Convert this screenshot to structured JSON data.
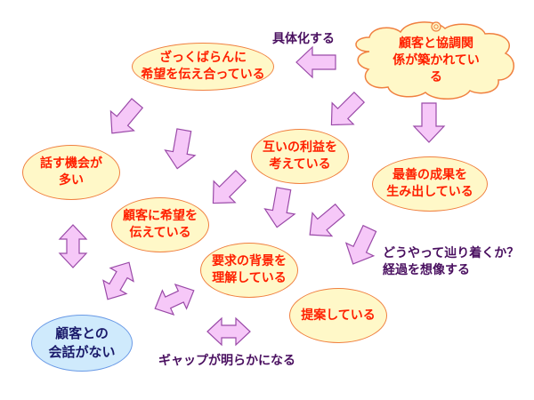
{
  "diagram": {
    "colors": {
      "node_fill": "#fff8c8",
      "node_border": "#f08040",
      "node_text": "#ff2000",
      "start_fill": "#cfeafc",
      "start_border": "#6a9ae6",
      "start_text": "#1a1a6a",
      "arrow_fill": "#f6c8f8",
      "arrow_stroke": "#9a4aa8",
      "label_text": "#4a1060"
    },
    "goal": {
      "text": "顧客と協調関\n係が築かれてい\nる",
      "shape": "cloud"
    },
    "nodes": [
      {
        "id": "rough-wishes",
        "text": "ざっくばらんに\n希望を伝え合っている"
      },
      {
        "id": "many-chances",
        "text": "話す機会が\n多い"
      },
      {
        "id": "mutual-benefit",
        "text": "互いの利益を\n考えている"
      },
      {
        "id": "best-results",
        "text": "最善の成果を\n生み出している"
      },
      {
        "id": "tell-wishes",
        "text": "顧客に希望を\n伝えている"
      },
      {
        "id": "understand-background",
        "text": "要求の背景を\n理解している"
      },
      {
        "id": "proposing",
        "text": "提案している"
      },
      {
        "id": "no-conversation",
        "text": "顧客との\n会話がない"
      }
    ],
    "labels": {
      "concretize": "具体化する",
      "how_to_reach": "どうやって辿り着くか？\n経過を想像する",
      "gap_revealed": "ギャップが明らかになる"
    },
    "arrows": [
      {
        "id": "goal-to-rough",
        "direction": "left"
      },
      {
        "id": "goal-to-mutual",
        "direction": "down-left"
      },
      {
        "id": "goal-to-best",
        "direction": "down"
      },
      {
        "id": "rough-to-many",
        "direction": "down-left"
      },
      {
        "id": "rough-to-tell",
        "direction": "down"
      },
      {
        "id": "mutual-to-tell",
        "direction": "down-left"
      },
      {
        "id": "mutual-to-understand",
        "direction": "down"
      },
      {
        "id": "best-to-understand",
        "direction": "down-left"
      },
      {
        "id": "best-to-proposing",
        "direction": "down-left"
      },
      {
        "id": "many-no-conversation",
        "direction": "both-vertical"
      },
      {
        "id": "tell-no-conversation",
        "direction": "both-diagonal"
      },
      {
        "id": "understand-no-conversation",
        "direction": "both-diagonal"
      },
      {
        "id": "gap-arrow",
        "direction": "both-horizontal"
      }
    ]
  }
}
